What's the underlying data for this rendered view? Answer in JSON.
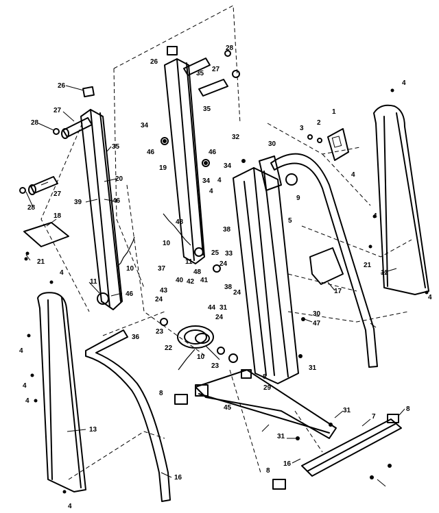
{
  "labels": {
    "l1": "1",
    "l2": "2",
    "l3": "3",
    "l4": "4",
    "l5": "5",
    "l7": "7",
    "l8": "8",
    "l9": "9",
    "l10": "10",
    "l11": "11",
    "l12": "12",
    "l13": "13",
    "l16": "16",
    "l17": "17",
    "l18": "18",
    "l19": "19",
    "l20": "20",
    "l21": "21",
    "l22": "22",
    "l23": "23",
    "l24": "24",
    "l25": "25",
    "l26": "26",
    "l27": "27",
    "l28": "28",
    "l29": "29",
    "l30": "30",
    "l31": "31",
    "l32": "32",
    "l33": "33",
    "l34": "34",
    "l35": "35",
    "l36": "36",
    "l37": "37",
    "l38": "38",
    "l39": "39",
    "l40": "40",
    "l41": "41",
    "l42": "42",
    "l43": "43",
    "l44": "44",
    "l45": "45",
    "l46": "46",
    "l47": "47",
    "l48": "48"
  }
}
